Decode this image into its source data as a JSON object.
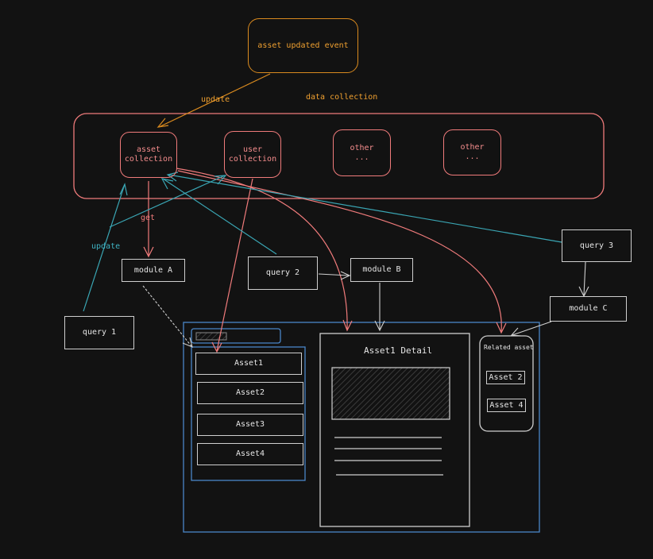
{
  "colors": {
    "background": "#121212",
    "orange": "#d98a1f",
    "red": "#f07b7b",
    "teal": "#3aa6b4",
    "blue": "#4a86c8",
    "grey": "#cfcfcf"
  },
  "event": {
    "label": "asset updated event"
  },
  "data_collection": {
    "label": "data collection",
    "collections": [
      {
        "label": "asset\ncollection"
      },
      {
        "label": "user\ncollection"
      },
      {
        "label": "other\n..."
      },
      {
        "label": "other\n..."
      }
    ]
  },
  "edge_labels": {
    "event_update": "update",
    "get": "get",
    "query_update": "update"
  },
  "queries": {
    "q1": "query 1",
    "q2": "query 2",
    "q3": "query 3"
  },
  "modules": {
    "a": "module A",
    "b": "module B",
    "c": "module C"
  },
  "page": {
    "asset_list": [
      "Asset1",
      "Asset2",
      "Asset3",
      "Asset4"
    ],
    "detail_title": "Asset1 Detail",
    "related_title": "Related asset",
    "related_items": [
      "Asset 2",
      "Asset 4"
    ]
  }
}
